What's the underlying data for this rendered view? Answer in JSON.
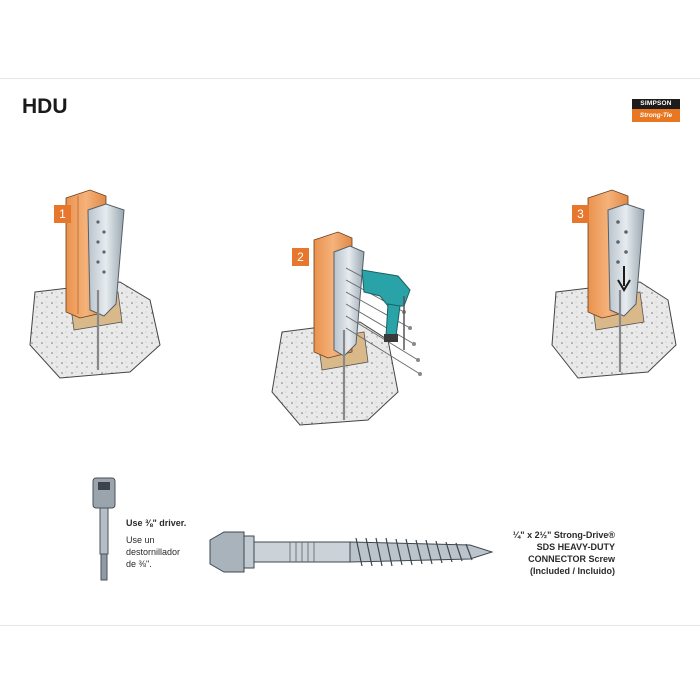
{
  "title": "HDU",
  "logo": {
    "top": "SIMPSON",
    "bottom": "Strong-Tie"
  },
  "steps": [
    {
      "label": "1"
    },
    {
      "label": "2"
    },
    {
      "label": "3"
    }
  ],
  "driver": {
    "en": "Use ⅜\" driver.",
    "es_line1": "Use un",
    "es_line2": "destornillador",
    "es_line3": "de ⅜\"."
  },
  "screw": {
    "line1": "¼\" x 2½\" Strong-Drive®",
    "line2": "SDS HEAVY-DUTY",
    "line3": "CONNECTOR Screw",
    "line4": "(Included / Incluido)"
  },
  "colors": {
    "accent": "#e8772e",
    "wood": "#f0a86a",
    "drill": "#2aa3a8"
  }
}
